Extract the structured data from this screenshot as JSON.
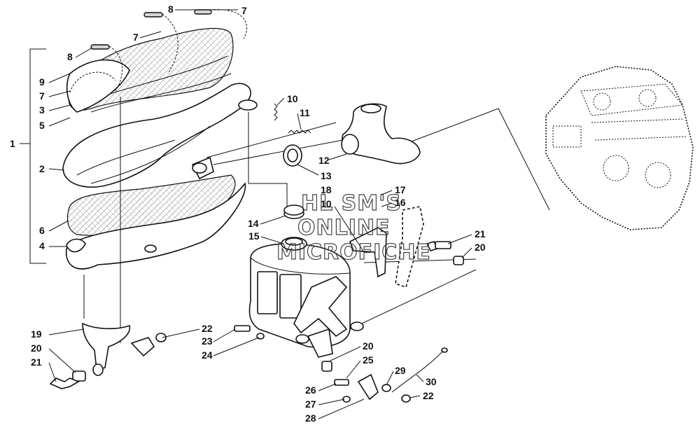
{
  "watermark": {
    "line1": "HL SM'S",
    "line2": "ONLINE",
    "line3": "MICROFICHE"
  },
  "callouts": [
    "1",
    "2",
    "3",
    "4",
    "5",
    "6",
    "7",
    "7",
    "7",
    "8",
    "8",
    "9",
    "10",
    "10",
    "11",
    "12",
    "13",
    "14",
    "15",
    "16",
    "17",
    "18",
    "19",
    "20",
    "20",
    "20",
    "21",
    "21",
    "22",
    "22",
    "23",
    "24",
    "25",
    "26",
    "27",
    "28",
    "29",
    "30"
  ],
  "icons": {
    "exhaust_pipe": "exhaust-pipe-icon",
    "heat_shield": "heat-shield-icon",
    "muffler": "muffler-icon",
    "engine": "engine-block-icon",
    "manifold": "exhaust-manifold-icon",
    "spring": "spring-icon",
    "bolt": "bolt-icon",
    "bracket": "bracket-icon"
  }
}
